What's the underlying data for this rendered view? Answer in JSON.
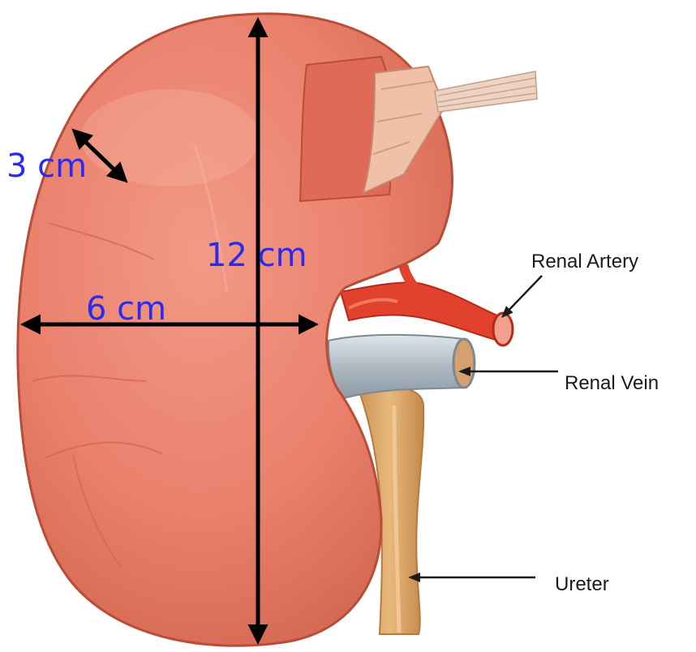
{
  "measurements": {
    "thickness": "3 cm",
    "length": "12 cm",
    "width": "6 cm"
  },
  "callouts": {
    "artery": "Renal Artery",
    "vein": "Renal Vein",
    "ureter": "Ureter"
  },
  "colors": {
    "kidney": "#e9806c",
    "kidney_dark": "#c8563f",
    "artery": "#e2412e",
    "vein": "#b9c4cc",
    "ureter": "#d9a466",
    "dimension_text": "#2a2af0",
    "dimension_line": "#000000"
  }
}
